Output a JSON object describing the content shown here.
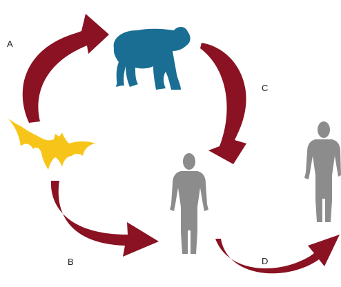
{
  "labels": {
    "a": "A",
    "b": "B",
    "c": "C",
    "d": "D"
  },
  "nodes": {
    "chimpanzee": {
      "icon": "chimpanzee-icon",
      "color": "#1b6e93"
    },
    "bat": {
      "icon": "bat-icon",
      "color": "#f7c51a"
    },
    "human_center": {
      "icon": "human-icon",
      "color": "#8c8c8c"
    },
    "human_right": {
      "icon": "human-icon",
      "color": "#8c8c8c"
    }
  },
  "colors": {
    "arrow": "#8a1222",
    "label_text": "#222222",
    "background": "#ffffff"
  }
}
